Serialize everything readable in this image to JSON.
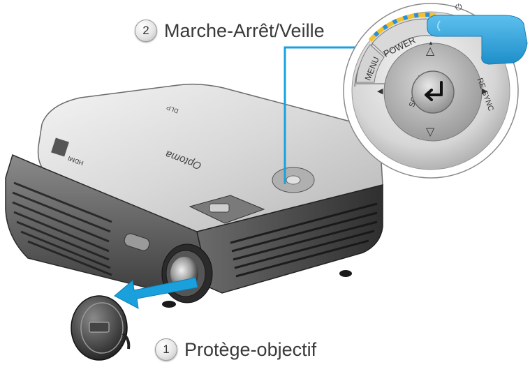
{
  "callouts": {
    "power": {
      "number": "2",
      "text": "Marche-Arrêt/Veille"
    },
    "lens_cap": {
      "number": "1",
      "text": "Protège-objectif"
    }
  },
  "keypad": {
    "power_label": "POWER",
    "menu_label": "MENU",
    "source_label": "SOURCE",
    "resync_label": "RE-SYNC",
    "enter_icon": "enter-return-icon",
    "power_symbol_icon": "power-symbol-icon",
    "up_icon": "triangle-up-icon",
    "down_icon": "triangle-down-icon",
    "left_icon": "triangle-left-icon",
    "right_icon": "triangle-right-icon"
  },
  "projector": {
    "brand_logo_text": "Optoma",
    "dlp_logo_text": "DLP",
    "hdmi_text": "HDMI"
  },
  "colors": {
    "leader_line": "#1aa0dc",
    "power_highlight_dash_a": "#f2c12e",
    "power_highlight_dash_b": "#2a8fd6",
    "arrow": "#1aa0dc",
    "body_silver": "#d9d9d9"
  }
}
